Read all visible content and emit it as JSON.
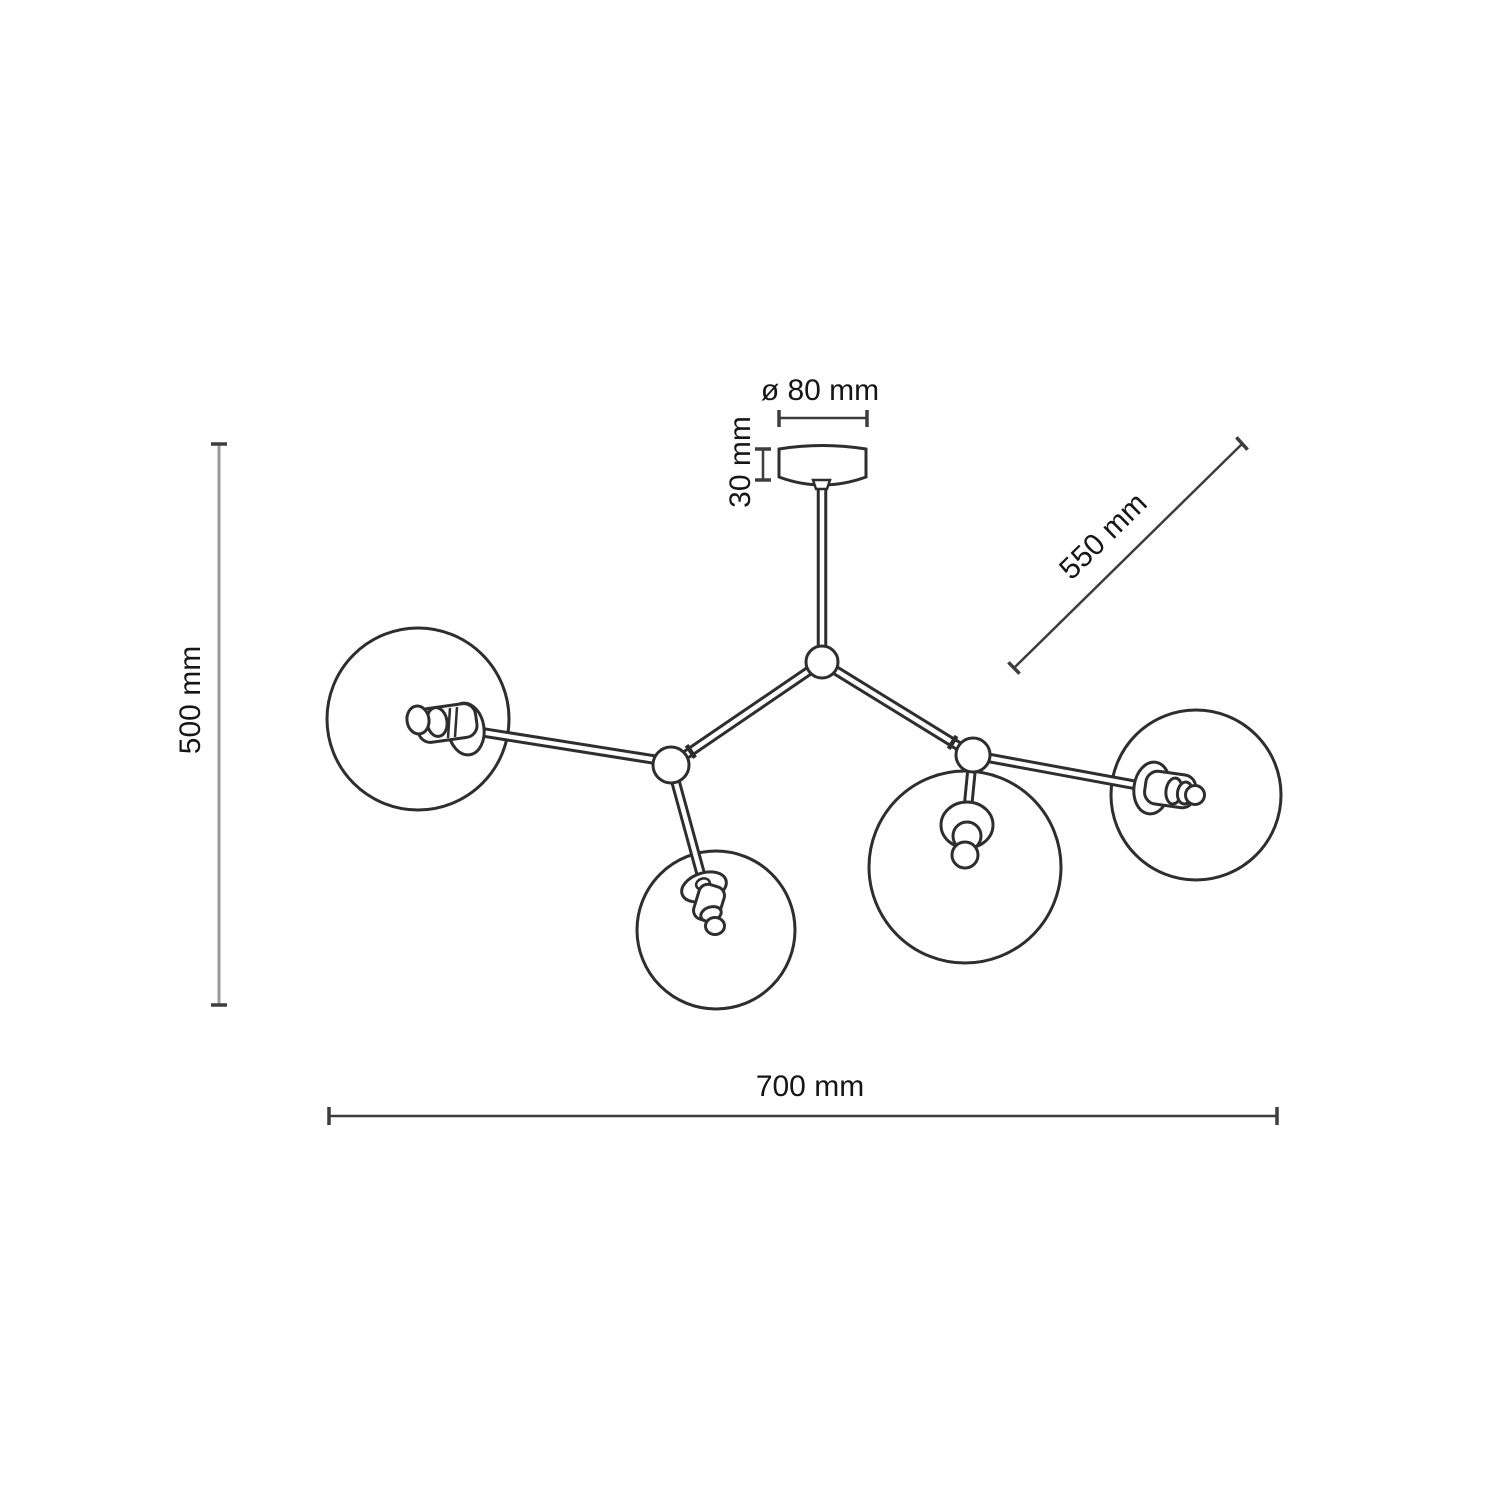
{
  "drawing": {
    "labels": {
      "canopy_diameter": "ø 80 mm",
      "canopy_height": "30 mm",
      "arm_length": "550 mm",
      "fixture_height": "500 mm",
      "fixture_width": "700 mm"
    },
    "colors": {
      "line": "#2e2e2e",
      "dimension_line": "#3d3d3d",
      "dimension_line_gray": "#9b9b9b",
      "text": "#161616",
      "background": "#ffffff"
    }
  }
}
